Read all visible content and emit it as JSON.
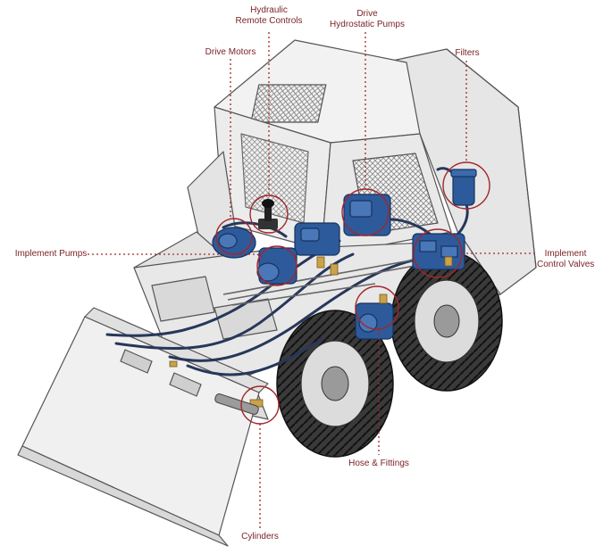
{
  "colors": {
    "callout": "#a3262b",
    "label_text": "#7a1f24",
    "hydraulic_blue": "#2d5a9b",
    "hose": "#27375a",
    "body_fill": "#eeeeee",
    "body_stroke": "#555555",
    "tire": "#2f2f2f"
  },
  "labels": {
    "hydraulic_remote_controls": [
      "Hydraulic",
      "Remote Controls"
    ],
    "drive_hydrostatic_pumps": [
      "Drive",
      "Hydrostatic Pumps"
    ],
    "drive_motors": "Drive Motors",
    "filters": "Filters",
    "implement_pumps": "Implement Pumps",
    "implement_control_valves": [
      "Implement",
      "Control Valves"
    ],
    "hose_fittings": "Hose & Fittings",
    "cylinders": "Cylinders"
  }
}
